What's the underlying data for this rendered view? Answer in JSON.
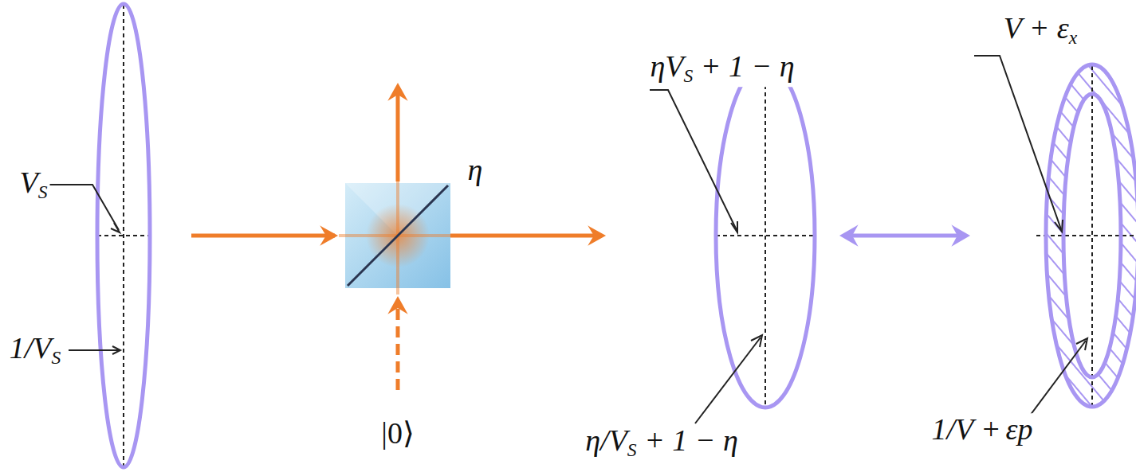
{
  "diagram": {
    "labels": [
      "VS",
      "1/VS",
      "η",
      "|0⟩",
      "ηVS + 1 − η",
      "η/VS + 1 − η",
      "V + εx",
      "1/V + εp"
    ]
  }
}
